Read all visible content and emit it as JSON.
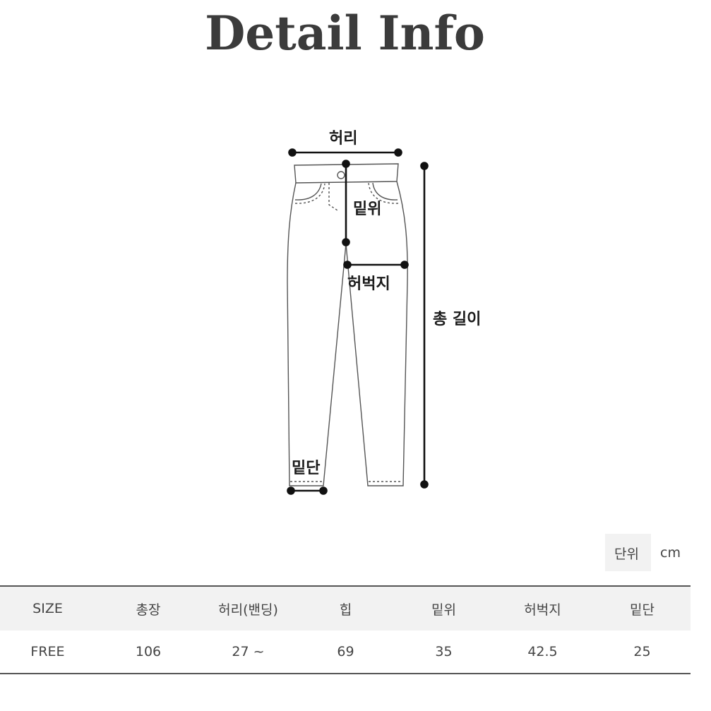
{
  "page": {
    "title": "Detail Info"
  },
  "diagram": {
    "labels": {
      "waist": "허리",
      "rise": "밑위",
      "thigh": "허벅지",
      "total_length": "총 길이",
      "hem": "밑단"
    }
  },
  "unit": {
    "label": "단위",
    "value": "cm"
  },
  "size_table": {
    "headers": [
      "SIZE",
      "총장",
      "허리(밴딩)",
      "힙",
      "밑위",
      "허벅지",
      "밑단"
    ],
    "rows": [
      [
        "FREE",
        "106",
        "27 ~",
        "69",
        "35",
        "42.5",
        "25"
      ]
    ]
  }
}
